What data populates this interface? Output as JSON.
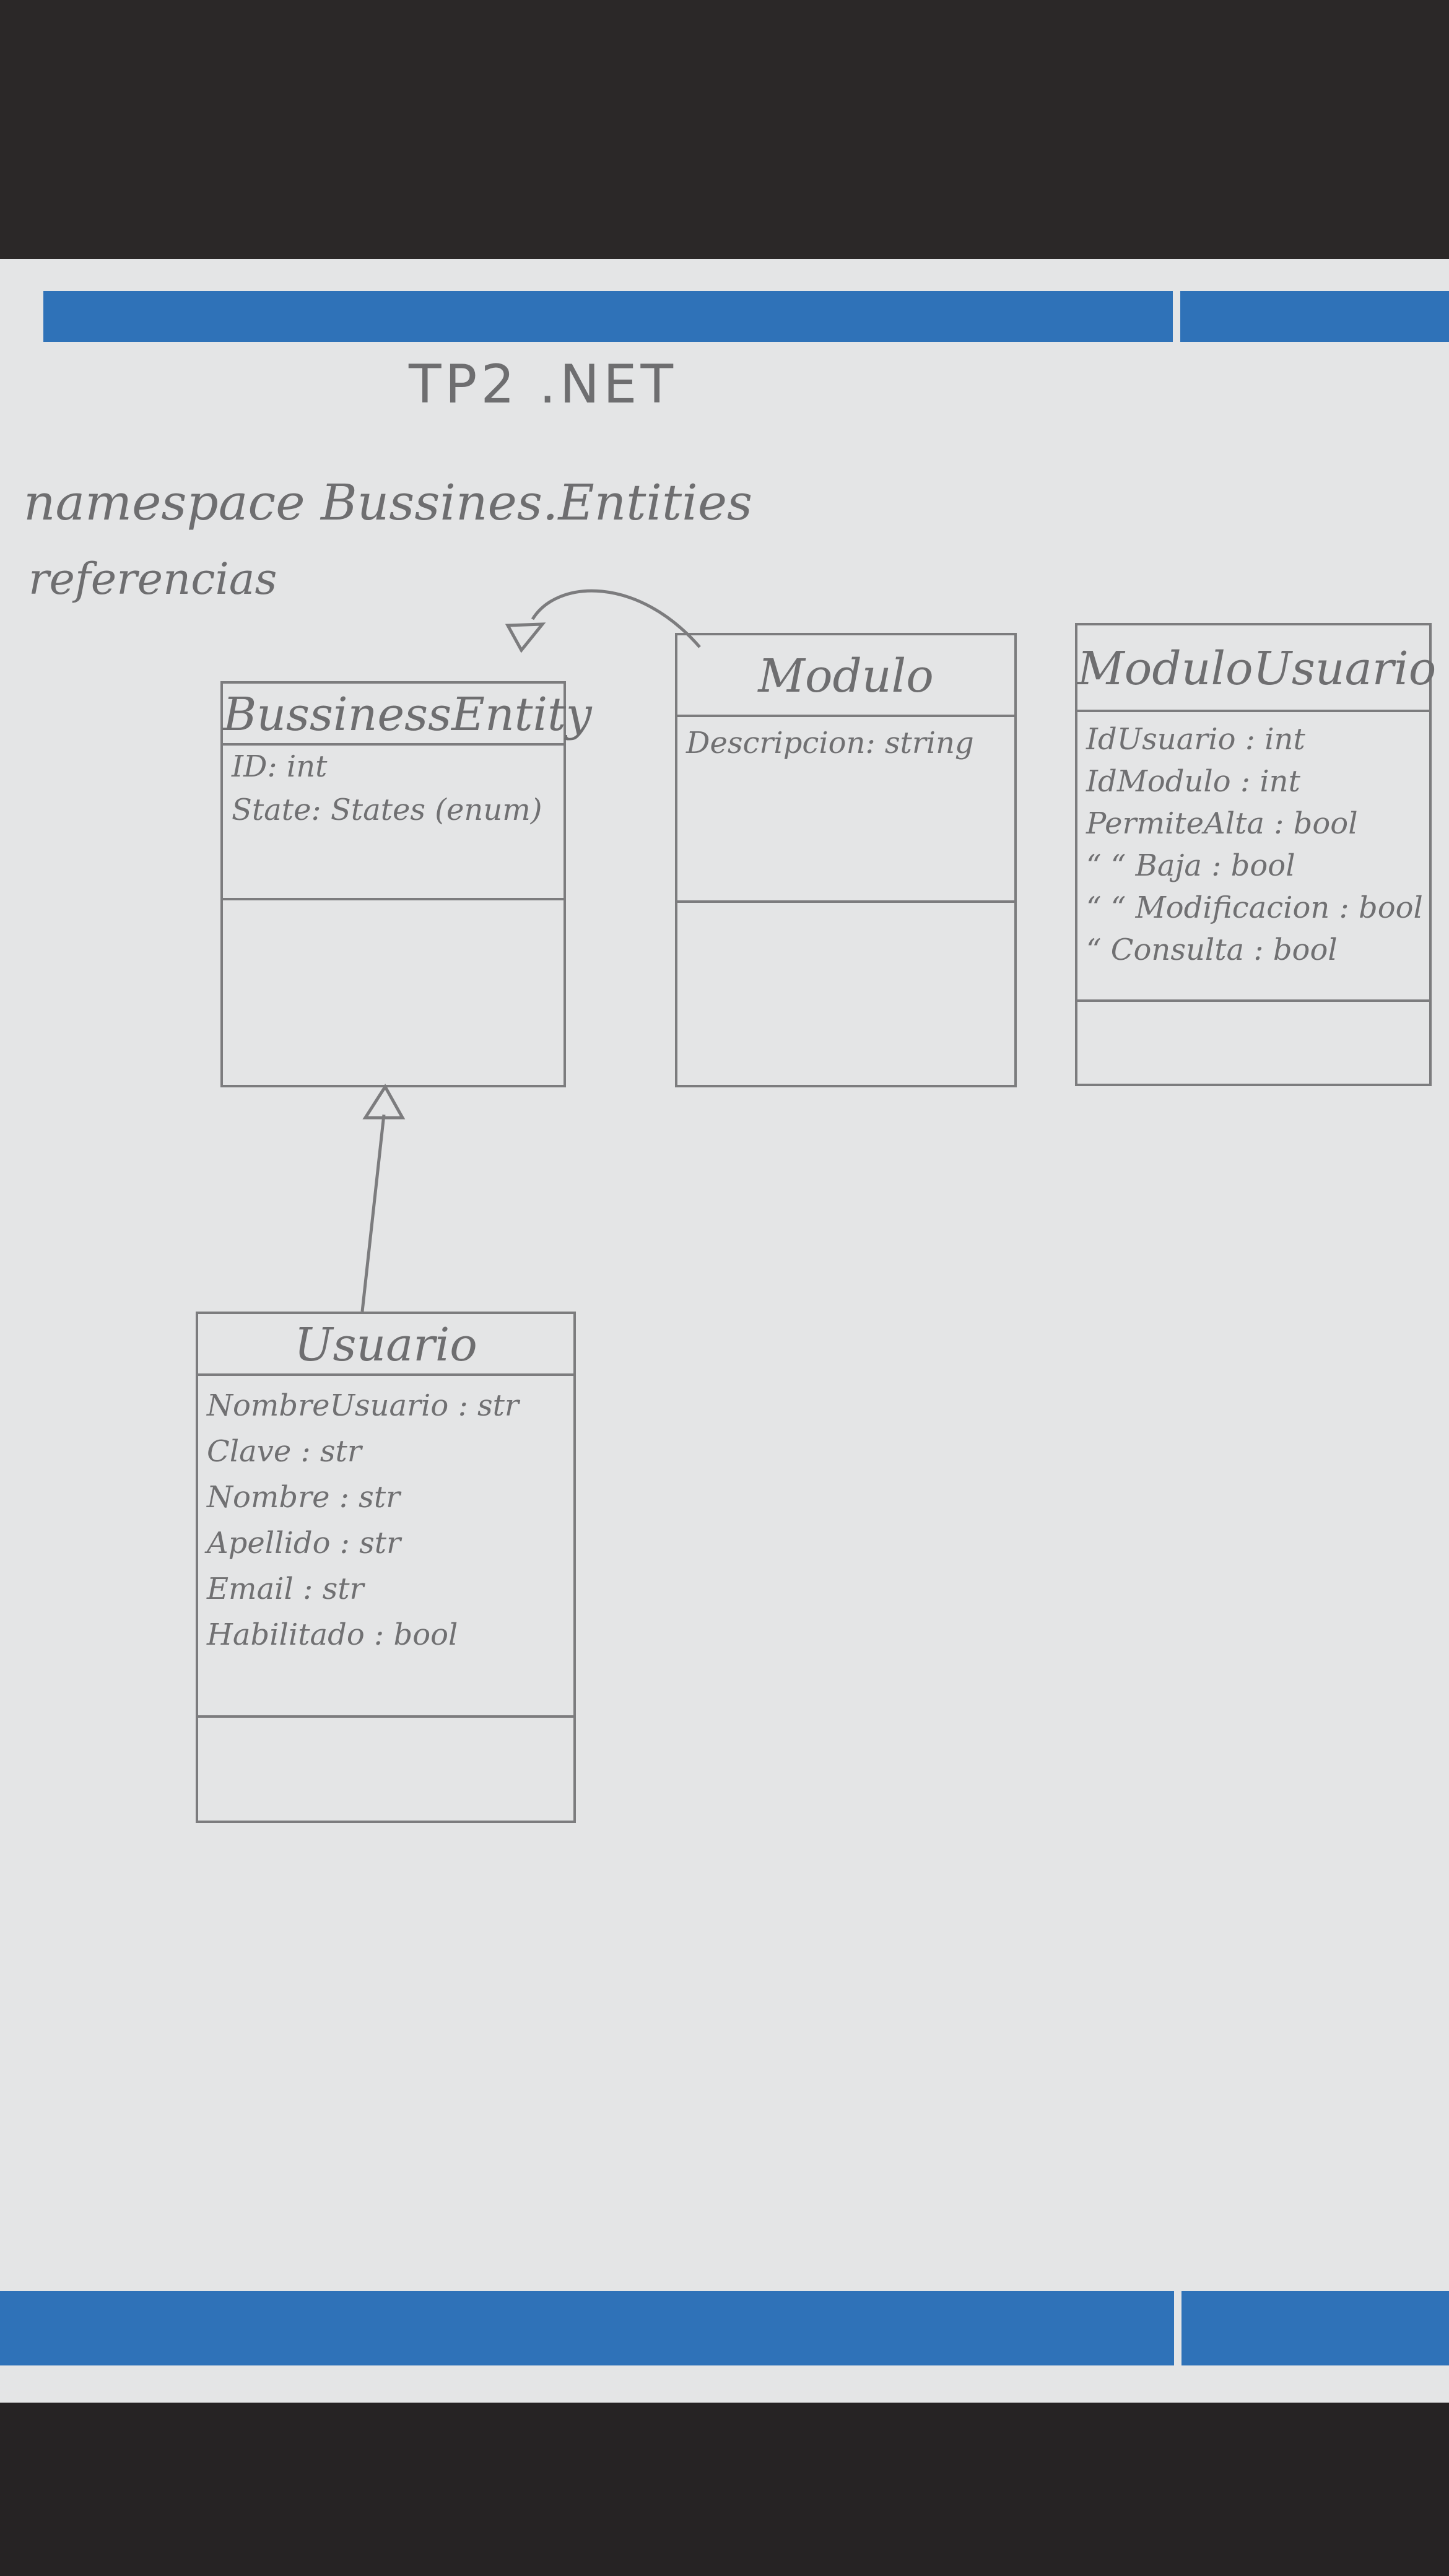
{
  "diagram": {
    "title": "TP2  .NET",
    "namespace_line": "namespace  Bussines.Entities",
    "references_line": "referencias",
    "classes": {
      "business_entity": {
        "name": "BussinessEntity",
        "attributes": [
          "ID: int",
          "State: States (enum)"
        ]
      },
      "modulo": {
        "name": "Modulo",
        "attributes": [
          "Descripcion: string"
        ]
      },
      "modulo_usuario": {
        "name": "ModuloUsuario",
        "attributes": [
          "IdUsuario  : int",
          "IdModulo  : int",
          "PermiteAlta : bool",
          "“  “  Baja : bool",
          "“  “  Modificacion : bool",
          "“  Consulta : bool"
        ]
      },
      "usuario": {
        "name": "Usuario",
        "attributes": [
          "NombreUsuario : str",
          "Clave : str",
          "Nombre : str",
          "Apellido : str",
          "Email : str",
          "Habilitado : bool"
        ]
      }
    },
    "colors": {
      "ink": "#7c7c7e",
      "paper": "#e4e5e6",
      "stripe": "#2f72b8",
      "desk": "#2b2828"
    }
  }
}
